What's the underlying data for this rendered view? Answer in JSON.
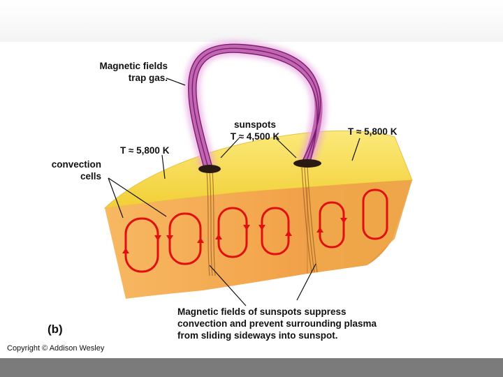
{
  "labels": {
    "trap_line1": "Magnetic fields",
    "trap_line2": "trap gas.",
    "sunspots": "sunspots",
    "temp_spot": "T ≈ 4,500 K",
    "temp_left": "T ≈ 5,800 K",
    "temp_right": "T ≈ 5,800 K",
    "convection_line1": "convection",
    "convection_line2": "cells",
    "suppress_line1": "Magnetic fields of sunspots suppress",
    "suppress_line2": "convection and prevent surrounding plasma",
    "suppress_line3": "from sliding sideways into sunspot.",
    "panel": "(b)",
    "copyright": "Copyright © Addison Wesley"
  },
  "colors": {
    "surface": "#f6d84a",
    "interior": "#f4a94f",
    "interior_dark": "#e08a3a",
    "convection_arrow": "#e01010",
    "field_line": "#8a2a7a",
    "field_glow": "#d97fd0",
    "sunspot": "#2a1a12",
    "bottom_bar": "#7b7b7b"
  }
}
